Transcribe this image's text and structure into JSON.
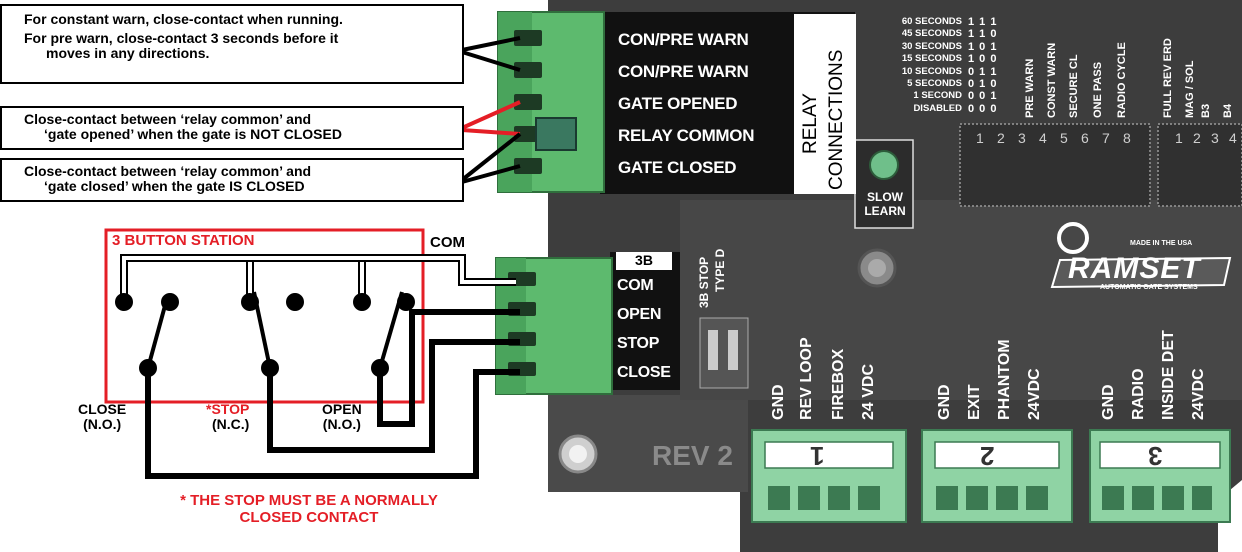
{
  "notes": {
    "constant_warn": "For constant warn, close-contact when running.",
    "pre_warn_1": "For pre warn, close-contact 3 seconds before it",
    "pre_warn_2": "moves in any directions.",
    "gate_opened_1": "Close-contact between ‘relay common’ and",
    "gate_opened_2": "‘gate opened’ when the gate is NOT CLOSED",
    "gate_closed_1": "Close-contact between ‘relay common’ and",
    "gate_closed_2": "‘gate closed’ when the gate IS CLOSED"
  },
  "relay_terminals": [
    "CON/PRE WARN",
    "CON/PRE WARN",
    "GATE OPENED",
    "RELAY COMMON",
    "GATE CLOSED"
  ],
  "relay_title": [
    "RELAY",
    "CONNECTIONS"
  ],
  "timer_rows": [
    {
      "label": "60 SECONDS",
      "bits": "1 1 1"
    },
    {
      "label": "45 SECONDS",
      "bits": "1 1 0"
    },
    {
      "label": "30 SECONDS",
      "bits": "1 0 1"
    },
    {
      "label": "15 SECONDS",
      "bits": "1 0 0"
    },
    {
      "label": "10 SECONDS",
      "bits": "0 1 1"
    },
    {
      "label": "5 SECONDS",
      "bits": "0 1 0"
    },
    {
      "label": "1 SECOND",
      "bits": "0 0 1"
    },
    {
      "label": "DISABLED",
      "bits": "0 0 0"
    }
  ],
  "dip_labels_1": [
    "PRE WARN",
    "CONST WARN",
    "SECURE CL",
    "ONE PASS",
    "RADIO CYCLE"
  ],
  "dip_labels_2": [
    "FULL REV ERD",
    "MAG / SOL",
    "B3",
    "B4"
  ],
  "dip_numbers_1": [
    "1",
    "2",
    "3",
    "4",
    "5",
    "6",
    "7",
    "8"
  ],
  "dip_numbers_2": [
    "1",
    "2",
    "3",
    "4"
  ],
  "slow_learn": [
    "SLOW",
    "LEARN"
  ],
  "button_station": {
    "title": "3 BUTTON STATION",
    "com": "COM",
    "close_1": "CLOSE",
    "close_2": "(N.O.)",
    "stop_1": "*STOP",
    "stop_2": "(N.C.)",
    "open_1": "OPEN",
    "open_2": "(N.O.)",
    "footnote_1": "* THE STOP MUST BE A NORMALLY",
    "footnote_2": "CLOSED CONTACT"
  },
  "b3_header": "3B",
  "b3_terminals": [
    "COM",
    "OPEN",
    "STOP",
    "CLOSE"
  ],
  "b3_stop_label": [
    "3B STOP",
    "TYPE D"
  ],
  "brand": {
    "name": "RAMSET",
    "made_in": "MADE IN THE USA",
    "tagline": "AUTOMATIC GATE SYSTEMS"
  },
  "rev": "REV 2",
  "connectors": [
    {
      "number": "1",
      "pins": [
        "GND",
        "REV LOOP",
        "FIREBOX",
        "24 VDC"
      ]
    },
    {
      "number": "2",
      "pins": [
        "GND",
        "EXIT",
        "PHANTOM",
        "24VDC"
      ]
    },
    {
      "number": "3",
      "pins": [
        "GND",
        "RADIO",
        "INSIDE DET",
        "24VDC"
      ]
    }
  ],
  "colors": {
    "terminal_green": "#5dba6e",
    "connector_green": "#8fd3a4",
    "board": "#3e3e3e",
    "warning_red": "#e41e26"
  }
}
